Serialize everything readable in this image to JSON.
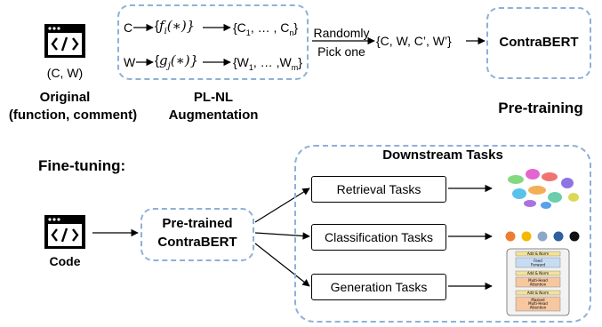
{
  "top": {
    "pair_label": "(C, W)",
    "original_label_line1": "Original",
    "original_label_line2": "(function, comment)",
    "augmentation": {
      "code_symbol": "C",
      "comment_symbol": "W",
      "code_fn_open": "{",
      "code_fn": "f",
      "code_fn_sub": "i",
      "code_fn_arg": "(∗)}",
      "code_out": "{C",
      "code_out_sub1": "1",
      "code_out_mid": ", … , C",
      "code_out_subn": "n",
      "code_out_close": "}",
      "comment_fn_open": "{",
      "comment_fn": "g",
      "comment_fn_sub": "j",
      "comment_fn_arg": "(∗)}",
      "comment_out": "{W",
      "comment_out_sub1": "1",
      "comment_out_mid": ", … ,W",
      "comment_out_subm": "m",
      "comment_out_close": "}"
    },
    "augmentation_label_line1": "PL-NL",
    "augmentation_label_line2": "Augmentation",
    "randomly_line1": "Randomly",
    "randomly_line2": "Pick one",
    "augmented_set": "{C, W, C’, W’}",
    "model_name": "ContraBERT",
    "pretraining_label": "Pre-training"
  },
  "bottom": {
    "finetuning_label": "Fine-tuning:",
    "code_label": "Code",
    "pretrained_line1": "Pre-trained",
    "pretrained_line2": "ContraBERT",
    "downstream_title": "Downstream Tasks",
    "tasks": [
      "Retrieval Tasks",
      "Classification Tasks",
      "Generation Tasks"
    ]
  },
  "icons": {
    "code_window": "code-window-icon",
    "cluster_plot": "scatter-cluster-icon",
    "class_dots": "colored-dots-icon",
    "transformer": "transformer-block-icon"
  },
  "transformer_text": {
    "add_norm": "Add & Norm",
    "feed": "Feed",
    "forward": "Forward",
    "multi": "Multi-Head",
    "attention": "Attention",
    "masked": "Masked"
  },
  "colors": {
    "dashed_border": "#8eb0d9",
    "dot_colors": [
      "#ed7d31",
      "#f5b800",
      "#8fa7c6",
      "#2e5f9e",
      "#111111"
    ]
  }
}
